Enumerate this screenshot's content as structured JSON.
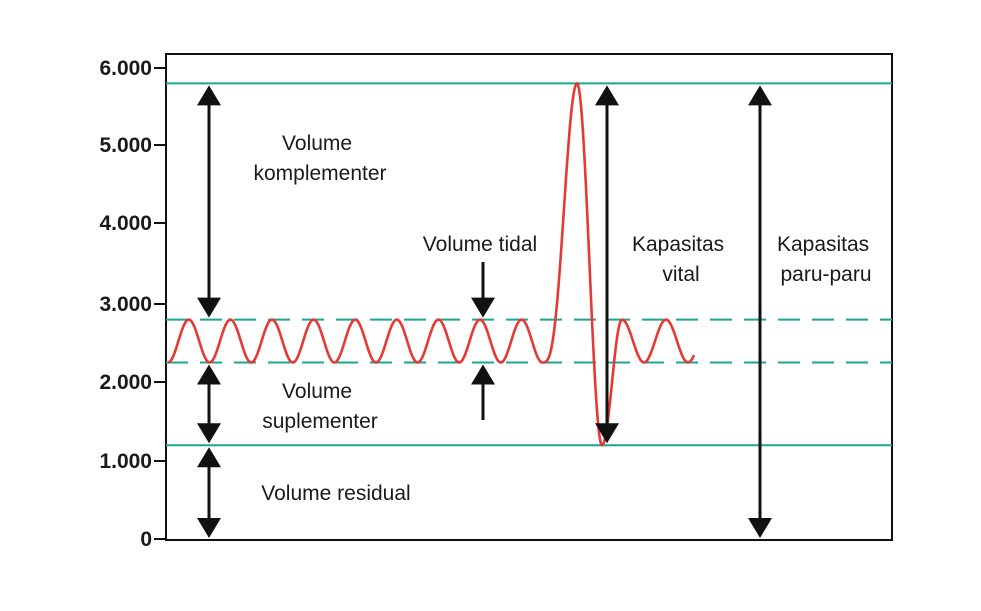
{
  "chart_data": {
    "type": "line",
    "title": "",
    "xlabel": "",
    "ylabel": "",
    "ylim": [
      0,
      6000
    ],
    "y_ticks": [
      {
        "value": 0,
        "label": "0"
      },
      {
        "value": 1000,
        "label": "1.000"
      },
      {
        "value": 2000,
        "label": "2.000"
      },
      {
        "value": 3000,
        "label": "3.000"
      },
      {
        "value": 4000,
        "label": "4.000"
      },
      {
        "value": 5000,
        "label": "5.000"
      },
      {
        "value": 6000,
        "label": "6.000"
      }
    ],
    "reference_lines": {
      "total_capacity": 5800,
      "tidal_top": 2800,
      "tidal_bottom": 2250,
      "residual_top": 1200
    },
    "series": [
      {
        "color": "#e53935",
        "tidal_cycles_before": 9,
        "tidal_cycles_after": 2,
        "max_inspiration": 5800,
        "max_expiration": 1200
      }
    ],
    "annotations": {
      "volume_komplementer": [
        "Volume",
        "komplementer"
      ],
      "volume_tidal": [
        "Volume tidal"
      ],
      "volume_suplementer": [
        "Volume",
        "suplementer"
      ],
      "volume_residual": [
        "Volume residual"
      ],
      "kapasitas_vital": [
        "Kapasitas",
        "vital"
      ],
      "kapasitas_paru": [
        "Kapasitas",
        "paru-paru"
      ]
    },
    "colors": {
      "curve": "#e53935",
      "reference": "#1aa68f",
      "arrows": "#111111",
      "axis": "#111111"
    }
  }
}
